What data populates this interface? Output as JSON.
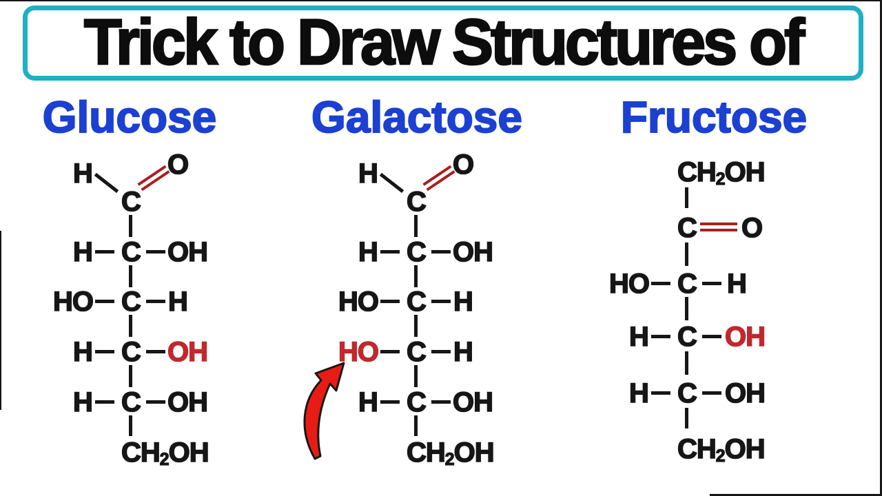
{
  "colors": {
    "teal_border": "#1fb0c4",
    "name_blue": "#1b40d2",
    "highlight_red": "#c1272d",
    "bond_red": "#a8201f",
    "arrow_red": "#e81c14",
    "text_black": "#161616"
  },
  "title": {
    "text": "Trick to Draw Structures of"
  },
  "molecules": [
    {
      "label": "Glucose",
      "aldehyde": {
        "h": "H",
        "c": "C",
        "o": "O"
      },
      "rows": [
        {
          "left": "H",
          "center": "C",
          "right": "OH"
        },
        {
          "left": "HO",
          "center": "C",
          "right": "H"
        },
        {
          "left": "H",
          "center": "C",
          "right": "OH",
          "highlight": "right"
        },
        {
          "left": "H",
          "center": "C",
          "right": "OH"
        }
      ],
      "tail": {
        "pre": "CH",
        "sub": "2",
        "post": "OH"
      }
    },
    {
      "label": "Galactose",
      "aldehyde": {
        "h": "H",
        "c": "C",
        "o": "O"
      },
      "rows": [
        {
          "left": "H",
          "center": "C",
          "right": "OH"
        },
        {
          "left": "HO",
          "center": "C",
          "right": "H"
        },
        {
          "left": "HO",
          "center": "C",
          "right": "H",
          "highlight": "left"
        },
        {
          "left": "H",
          "center": "C",
          "right": "OH"
        }
      ],
      "tail": {
        "pre": "CH",
        "sub": "2",
        "post": "OH"
      },
      "annotation": "red-curved-arrow"
    },
    {
      "label": "Fructose",
      "head": {
        "pre": "CH",
        "sub": "2",
        "post": "OH"
      },
      "ketone": {
        "c": "C",
        "o": "O"
      },
      "rows": [
        {
          "left": "HO",
          "center": "C",
          "right": "H"
        },
        {
          "left": "H",
          "center": "C",
          "right": "OH",
          "highlight": "right"
        },
        {
          "left": "H",
          "center": "C",
          "right": "OH"
        }
      ],
      "tail": {
        "pre": "CH",
        "sub": "2",
        "post": "OH"
      }
    }
  ]
}
